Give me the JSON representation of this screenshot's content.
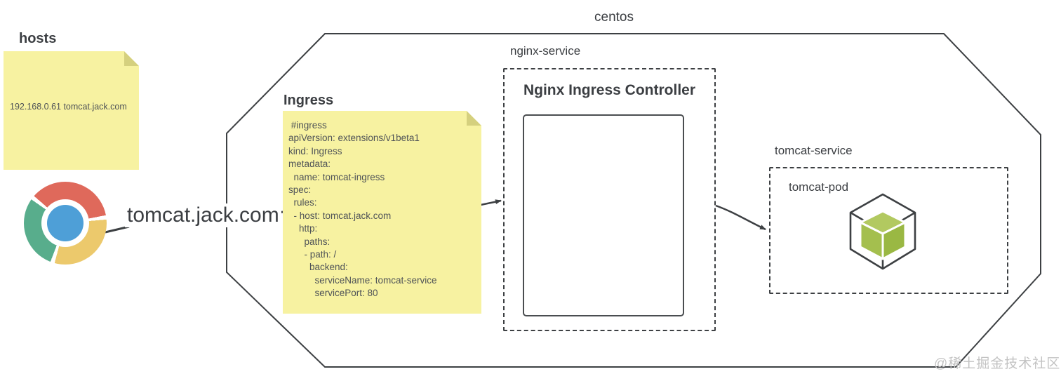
{
  "colors": {
    "outline": "#3d4043",
    "label_text": "#3b3e42",
    "note_fill": "#f7f2a1",
    "note_fold": "#d5d07e",
    "note_text": "#4f5357",
    "chrome_red": "#df695b",
    "chrome_yellow": "#ecc96c",
    "chrome_green": "#58ad8c",
    "chrome_blue": "#4e9fd7",
    "pod_green_top": "#b2c960",
    "pod_green_left": "#a4bf4e",
    "pod_green_right": "#9ab843",
    "watermark_text": "#c3c3c3"
  },
  "hosts_note": {
    "title": "hosts",
    "content": "192.168.0.61 tomcat.jack.com"
  },
  "browser": {
    "url": "tomcat.jack.com"
  },
  "cluster": {
    "label": "centos"
  },
  "ingress_note": {
    "title": "Ingress",
    "yaml": [
      " #ingress",
      "apiVersion: extensions/v1beta1",
      "kind: Ingress",
      "metadata:",
      "  name: tomcat-ingress",
      "spec:",
      "  rules:",
      "  - host: tomcat.jack.com",
      "    http:",
      "      paths:",
      "      - path: /",
      "        backend:",
      "          serviceName: tomcat-service",
      "          servicePort: 80"
    ]
  },
  "nginx_service": {
    "label": "nginx-service",
    "title": "Nginx Ingress Controller"
  },
  "tomcat_service": {
    "label": "tomcat-service",
    "pod_label": "tomcat-pod"
  },
  "watermark": {
    "label": "@稀土掘金技术社区"
  }
}
